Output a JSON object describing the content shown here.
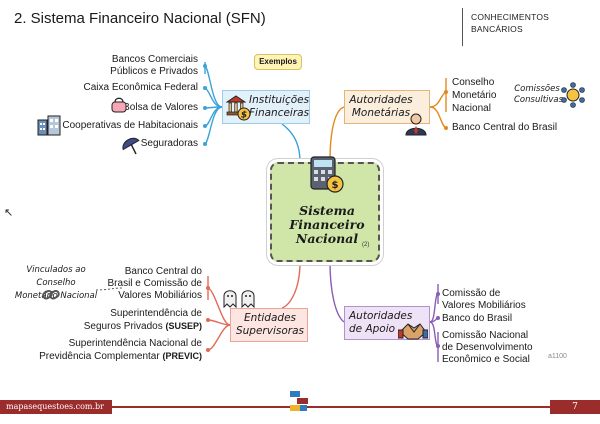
{
  "page": {
    "title": "2. Sistema Financeiro Nacional (SFN)",
    "header_line1": "CONHECIMENTOS",
    "header_line2": "BANCÁRIOS"
  },
  "center": {
    "label": "Sistema Financeiro Nacional",
    "ref": "(2)"
  },
  "instituicoes": {
    "label": "Instituições Financeiras",
    "tag": "Exemplos",
    "items": [
      "Bancos Comerciais",
      "Públicos e Privados",
      "Caixa Econômica Federal",
      "Bolsa de Valores",
      "Cooperativas de Habitacionais",
      "Seguradoras"
    ]
  },
  "autoridades_monetarias": {
    "label": "Autoridades Monetárias",
    "cmn": "Conselho Monetário Nacional",
    "comissoes": "Comissões Consultivas",
    "bcb": "Banco Central do Brasil"
  },
  "entidades_supervisoras": {
    "label": "Entidades Supervisoras",
    "note": "Vinculados ao Conselho Monetário Nacional",
    "bcb_cvm_line1": "Banco Central do",
    "bcb_cvm_line2": "Brasil e Comissão de",
    "bcb_cvm_line3": "Valores Mobiliários",
    "susep_line1": "Superintendência de",
    "susep_line2": "Seguros Privados",
    "susep_abbr": "(SUSEP)",
    "previc_line1": "Superintendência Nacional de",
    "previc_line2": "Previdência Complementar",
    "previc_abbr": "(PREVIC)"
  },
  "autoridades_apoio": {
    "label": "Autoridades de Apoio",
    "items": [
      "Comissão de Valores Mobiliários",
      "Banco do Brasil",
      "Comissão Nacional de Desenvolvimento Econômico e Social"
    ]
  },
  "footer": {
    "site": "mapasequestoes.com.br",
    "page_number": "7",
    "code": "a1100"
  },
  "colors": {
    "blue_branch": "#3aa3d8",
    "orange_branch": "#e08a1e",
    "red_branch": "#e06a55",
    "purple_branch": "#8a5cb5",
    "center_fill": "#cfe6a8",
    "footer": "#9b2c2c"
  },
  "icons": [
    "bank-icon",
    "calculator-coin-icon",
    "purse-icon",
    "building-icon",
    "umbrella-icon",
    "businessman-icon",
    "people-circle-icon",
    "link-chain-icon",
    "ghost-icon",
    "handshake-icon",
    "logo-icon",
    "cursor-icon"
  ]
}
